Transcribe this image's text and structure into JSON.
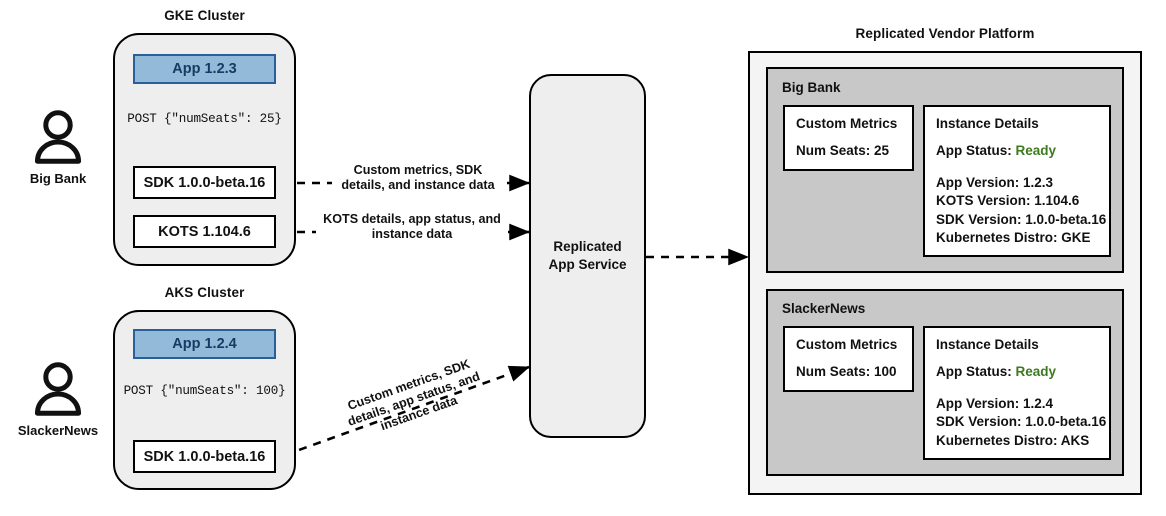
{
  "clusters": [
    {
      "title": "GKE Cluster",
      "customer": "Big Bank",
      "customer_icon": "person-icon",
      "app_label": "App 1.2.3",
      "post_label": "POST {\"numSeats\": 25}",
      "nodes": [
        {
          "label": "SDK 1.0.0-beta.16"
        },
        {
          "label": "KOTS 1.104.6"
        }
      ],
      "edges": [
        {
          "label": "Custom metrics, SDK\ndetails, and instance data",
          "style": "dashed"
        },
        {
          "label": "KOTS details, app status, and\ninstance data",
          "style": "dashed"
        }
      ]
    },
    {
      "title": "AKS Cluster",
      "customer": "SlackerNews",
      "customer_icon": "person-icon",
      "app_label": "App 1.2.4",
      "post_label": "POST {\"numSeats\": 100}",
      "nodes": [
        {
          "label": "SDK 1.0.0-beta.16"
        }
      ],
      "edges": [
        {
          "label": "Custom metrics, SDK\ndetails, app status, and\ninstance data",
          "style": "dashed-diagonal"
        }
      ]
    }
  ],
  "service": {
    "name": "service-box",
    "line1": "Replicated",
    "line2": "App Service"
  },
  "platform": {
    "title": "Replicated Vendor Platform",
    "tenants": [
      {
        "name": "Big Bank",
        "metrics": {
          "heading": "Custom Metrics",
          "rows": [
            "Num Seats: 25"
          ]
        },
        "details": {
          "heading": "Instance Details",
          "status_label": "App Status:",
          "status_value": "Ready",
          "rows": [
            "App Version: 1.2.3",
            "KOTS Version: 1.104.6",
            "SDK Version: 1.0.0-beta.16",
            "Kubernetes Distro: GKE"
          ]
        }
      },
      {
        "name": "SlackerNews",
        "metrics": {
          "heading": "Custom Metrics",
          "rows": [
            "Num Seats: 100"
          ]
        },
        "details": {
          "heading": "Instance Details",
          "status_label": "App Status:",
          "status_value": "Ready",
          "rows": [
            "App Version: 1.2.4",
            "SDK Version: 1.0.0-beta.16",
            "Kubernetes Distro: AKS"
          ]
        }
      }
    ]
  },
  "colors": {
    "app_fill": "#93bad8",
    "app_border": "#2a6099",
    "app_text": "#143d63",
    "cluster_fill": "#eeeeee",
    "tenant_fill": "#c8c8c8",
    "platform_fill": "#f4f4f4",
    "status_ready": "#3c7a1e",
    "stroke": "#000000"
  }
}
